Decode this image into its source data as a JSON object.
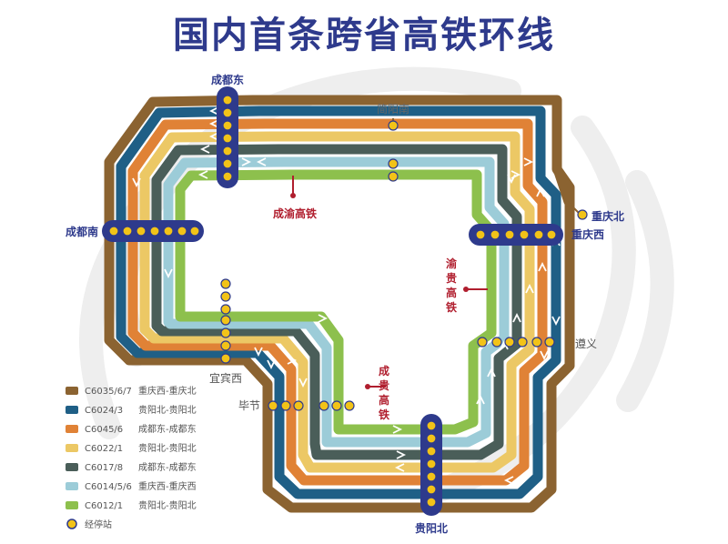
{
  "title": "国内首条跨省高铁环线",
  "stations": {
    "chengdu_east": "成都东",
    "chengdu_south": "成都南",
    "jianyang_south": "简阳南",
    "chongqing_north": "重庆北",
    "chongqing_west": "重庆西",
    "zunyi": "遵义",
    "yibin_west": "宜宾西",
    "bijie": "毕节",
    "guiyang_north": "贵阳北"
  },
  "railways": {
    "chengyu": "成渝高铁",
    "yugui": [
      "渝",
      "贵",
      "高",
      "铁"
    ],
    "chenggui": [
      "成",
      "贵",
      "高",
      "铁"
    ]
  },
  "legend": [
    {
      "code": "C6035/6/7",
      "route": "重庆西-重庆北",
      "color": "#8b6331"
    },
    {
      "code": "C6024/3",
      "route": "贵阳北-贵阳北",
      "color": "#1f5f86"
    },
    {
      "code": "C6045/6",
      "route": "成都东-成都东",
      "color": "#e08236"
    },
    {
      "code": "C6022/1",
      "route": "贵阳北-贵阳北",
      "color": "#ecc865"
    },
    {
      "code": "C6017/8",
      "route": "成都东-成都东",
      "color": "#4a5e59"
    },
    {
      "code": "C6014/5/6",
      "route": "重庆西-重庆西",
      "color": "#9cccd8"
    },
    {
      "code": "C6012/1",
      "route": "贵阳北-贵阳北",
      "color": "#8dc04d"
    }
  ],
  "legend_stop": "经停站",
  "colors": {
    "title": "#2e3a8c",
    "station_bar": "#2e3a8c",
    "stop_dot": "#f2c318",
    "railway_label": "#b01e2e"
  }
}
